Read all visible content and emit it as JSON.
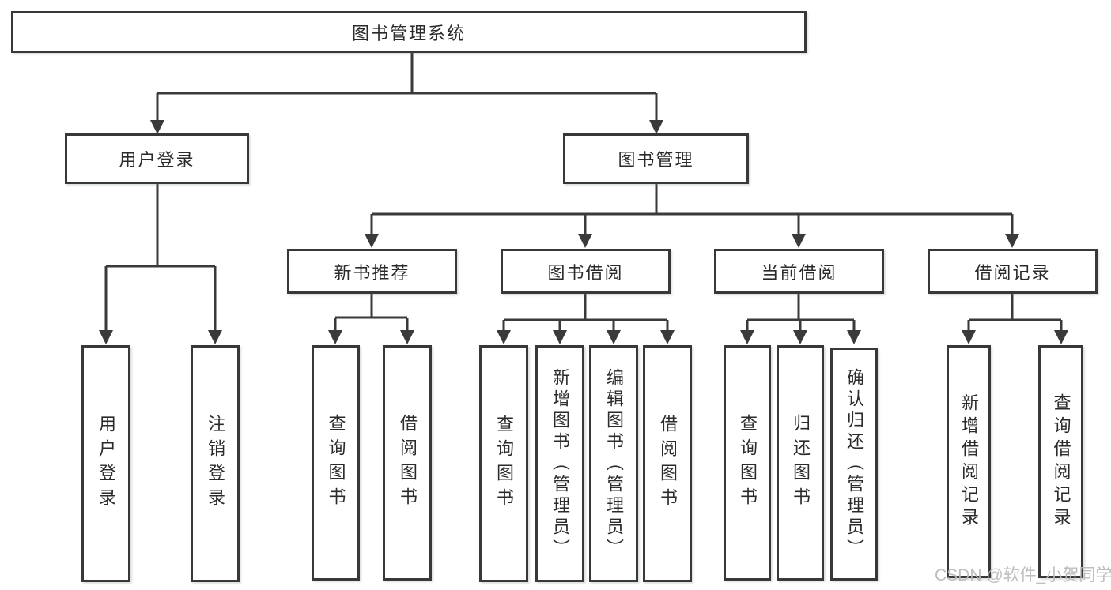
{
  "tree": {
    "label": "图书管理系统",
    "children": [
      {
        "label": "用户登录",
        "children": [
          {
            "label": "用户登录"
          },
          {
            "label": "注销登录"
          }
        ]
      },
      {
        "label": "图书管理",
        "children": [
          {
            "label": "新书推荐",
            "children": [
              {
                "label": "查询图书"
              },
              {
                "label": "借阅图书"
              }
            ]
          },
          {
            "label": "图书借阅",
            "children": [
              {
                "label": "查询图书"
              },
              {
                "label": "新增图书（管理员）"
              },
              {
                "label": "编辑图书（管理员）"
              },
              {
                "label": "借阅图书"
              }
            ]
          },
          {
            "label": "当前借阅",
            "children": [
              {
                "label": "查询图书"
              },
              {
                "label": "归还图书"
              },
              {
                "label": "确认归还（管理员）"
              }
            ]
          },
          {
            "label": "借阅记录",
            "children": [
              {
                "label": "新增借阅记录"
              },
              {
                "label": "查询借阅记录"
              }
            ]
          }
        ]
      }
    ]
  },
  "watermark": {
    "text": "CSDN @软件_小贺同学",
    "color": "#b9b9b9"
  },
  "colors": {
    "line": "#3a3a3a",
    "box_border": "#383838",
    "box_fill": "#ffffff",
    "text": "#2b2b2b",
    "background": "#ffffff"
  }
}
